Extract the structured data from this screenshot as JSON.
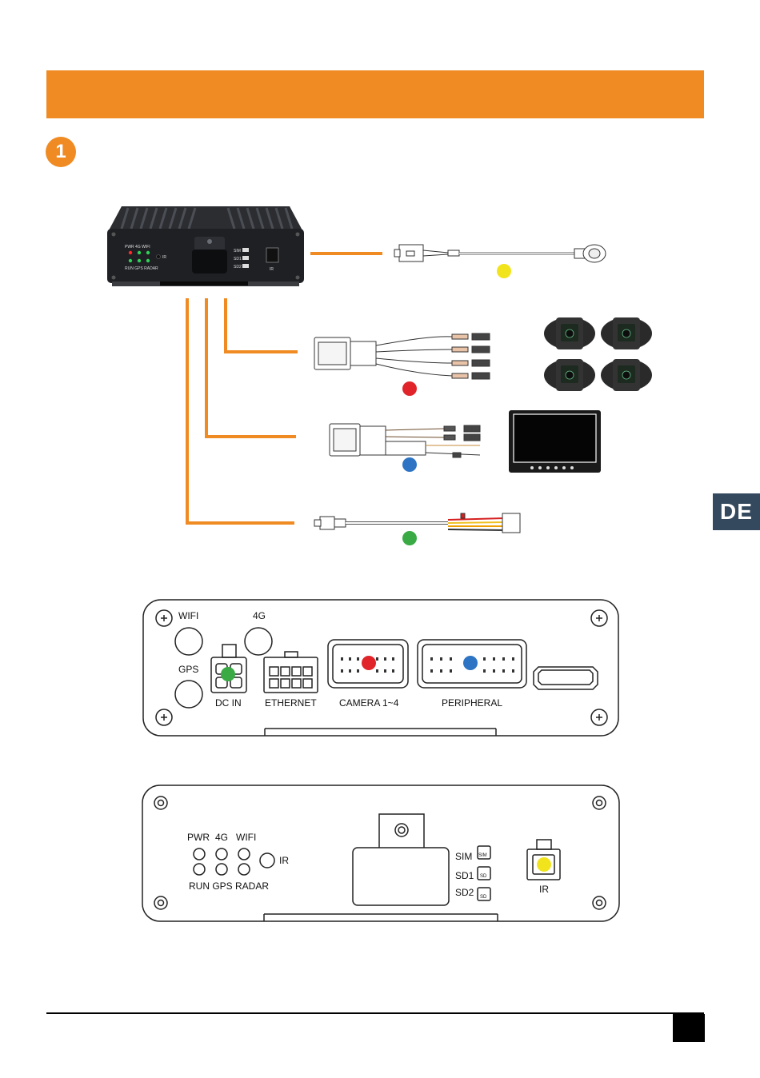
{
  "step": {
    "number": "1"
  },
  "lang_tab": {
    "label": "DE"
  },
  "device": {
    "led_labels_top": "PWR  4G  WIFI",
    "led_labels_bottom": "RUN GPS RADAR",
    "ir": "IR",
    "sim": "SIM",
    "sd1": "SD1",
    "sd2": "SD2",
    "ir_port": "IR"
  },
  "rear_panel": {
    "wifi": "WIFI",
    "g4": "4G",
    "gps": "GPS",
    "dc_in": "DC IN",
    "ethernet": "ETHERNET",
    "camera": "CAMERA 1~4",
    "peripheral": "PERIPHERAL"
  },
  "front_panel": {
    "pwr": "PWR",
    "g4": "4G",
    "wifi": "WIFI",
    "ir": "IR",
    "run_gps_radar": "RUN GPS RADAR",
    "sim": "SIM",
    "sd1": "SD1",
    "sd2": "SD2",
    "slot_sim": "SIM",
    "slot_sd1": "SD",
    "slot_sd2": "SD",
    "ir_port": "IR"
  },
  "markers": {
    "ir_cable": "#f2e41c",
    "camera_cable": "#e0242a",
    "peripheral_cable": "#2d74c4",
    "power_cable": "#3aaa45"
  }
}
